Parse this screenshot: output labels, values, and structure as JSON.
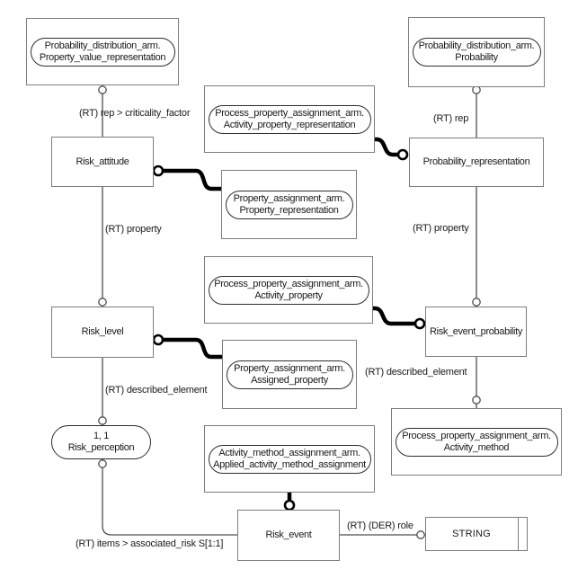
{
  "colors": {
    "background": "#ffffff",
    "thin_line": "#4d4d4d",
    "thick_line": "#000000",
    "box_border": "#7d7d7d",
    "shape_border": "#2e2e2e",
    "text": "#1a1a1a"
  },
  "entities": {
    "risk_attitude": {
      "label": "Risk_attitude"
    },
    "probability_representation": {
      "label": "Probability_representation"
    },
    "risk_level": {
      "label": "Risk_level"
    },
    "risk_event_probability": {
      "label": "Risk_event_probability"
    },
    "risk_event": {
      "label": "Risk_event"
    }
  },
  "page_refs": {
    "property_value_representation": {
      "line1": "Probability_distribution_arm.",
      "line2": "Property_value_representation"
    },
    "probability": {
      "line1": "Probability_distribution_arm.",
      "line2": "Probability"
    },
    "activity_property_representation": {
      "line1": "Process_property_assignment_arm.",
      "line2": "Activity_property_representation"
    },
    "property_representation": {
      "line1": "Property_assignment_arm.",
      "line2": "Property_representation"
    },
    "activity_property": {
      "line1": "Process_property_assignment_arm.",
      "line2": "Activity_property"
    },
    "assigned_property": {
      "line1": "Property_assignment_arm.",
      "line2": "Assigned_property"
    },
    "applied_activity_method_assignment": {
      "line1": "Activity_method_assignment_arm.",
      "line2": "Applied_activity_method_assignment"
    },
    "activity_method": {
      "line1": "Process_property_assignment_arm.",
      "line2": "Activity_method"
    }
  },
  "supertype": {
    "risk_perception": {
      "line1": "1, 1",
      "line2": "Risk_perception"
    }
  },
  "simple_types": {
    "string": {
      "label": "STRING"
    }
  },
  "relation_labels": {
    "rep_criticality_factor": "(RT) rep > criticality_factor",
    "rt_rep": "(RT) rep",
    "rt_property_left": "(RT) property",
    "rt_property_right": "(RT) property",
    "rt_described_element_left": "(RT) described_element",
    "rt_described_element_right": "(RT) described_element",
    "rt_items_associated_risk": "(RT) items > associated_risk S[1:1]",
    "rt_der_role": "(RT) (DER) role"
  }
}
